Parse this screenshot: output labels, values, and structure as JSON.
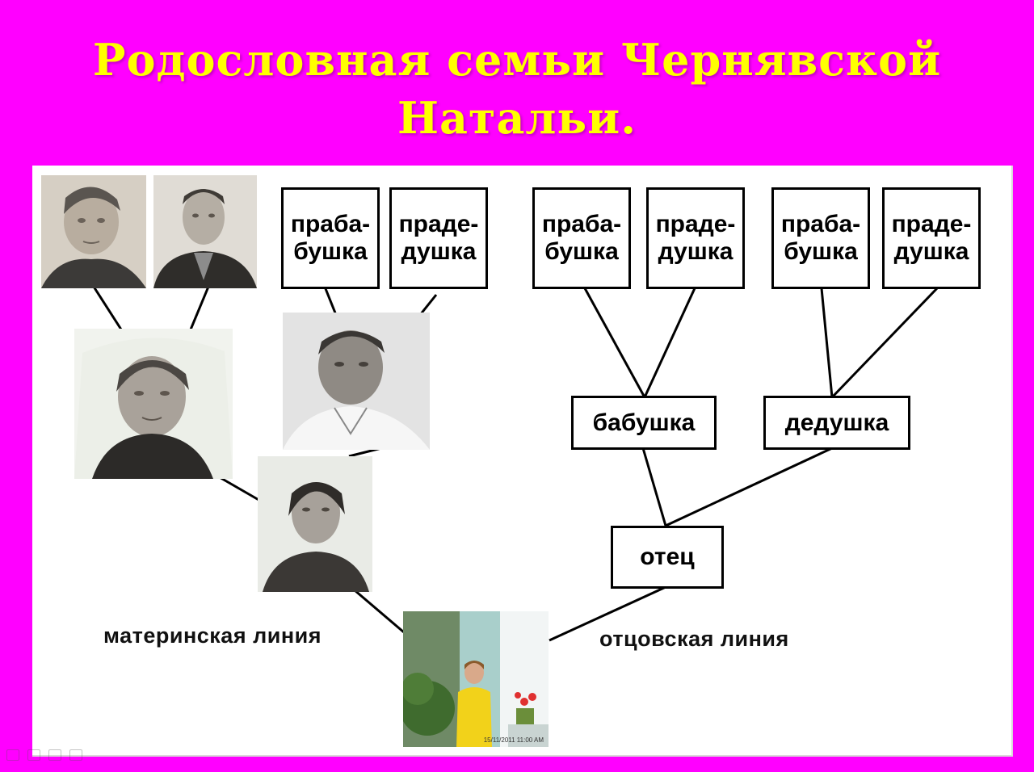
{
  "title": {
    "line1": "Родословная  семьи  Чернявской",
    "line2": "Натальи."
  },
  "boxes": {
    "pgm2": [
      "праба-",
      "бушка"
    ],
    "pgf2": [
      "праде-",
      "душка"
    ],
    "pgm3": [
      "праба-",
      "бушка"
    ],
    "pgf3": [
      "праде-",
      "душка"
    ],
    "pgm4": [
      "праба-",
      "бушка"
    ],
    "pgf4": [
      "праде-",
      "душка"
    ],
    "grandmother": "бабушка",
    "grandfather": "дедушка",
    "father": "отец"
  },
  "labels": {
    "maternal": "материнская линия",
    "paternal": "отцовская линия"
  },
  "photos": {
    "child_timestamp": "15/11/2011 11:00 AM"
  },
  "colors": {
    "background": "#ff00ff",
    "title": "#ffff00"
  }
}
